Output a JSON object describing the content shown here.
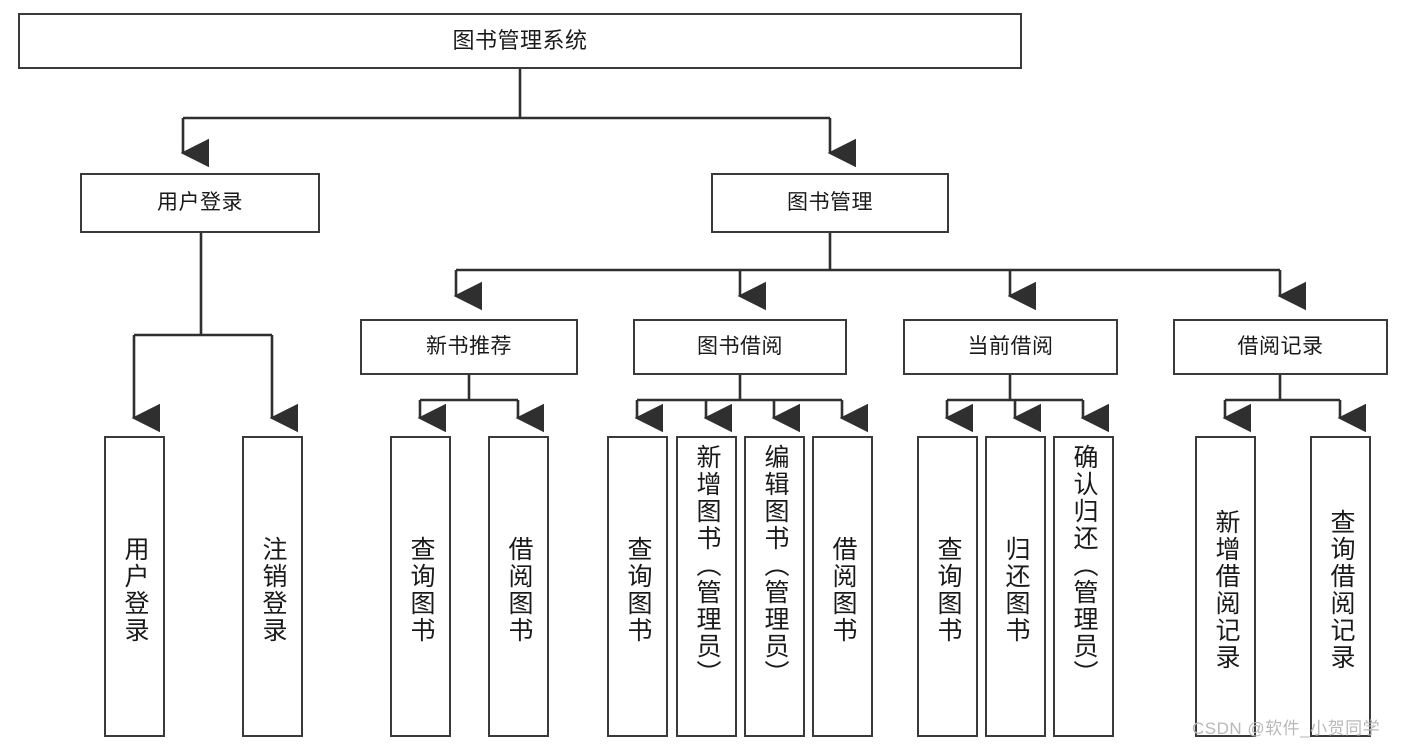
{
  "diagram": {
    "title": "图书管理系统",
    "type": "tree-hierarchy",
    "colors": {
      "box_border": "#3a3a3a",
      "box_fill": "#ffffff",
      "connector": "#2f2f2f",
      "text": "#1a1a1a",
      "watermark": "#b9b9b9",
      "background": "#ffffff"
    }
  },
  "nodes": {
    "root": {
      "label": "图书管理系统"
    },
    "level2": [
      {
        "label": "用户登录"
      },
      {
        "label": "图书管理"
      }
    ],
    "level3": [
      {
        "label": "新书推荐"
      },
      {
        "label": "图书借阅"
      },
      {
        "label": "当前借阅"
      },
      {
        "label": "借阅记录"
      }
    ],
    "leaves": {
      "user_login": [
        {
          "label": "用户登录"
        },
        {
          "label": "注销登录"
        }
      ],
      "new_book_recommend": [
        {
          "label": "查询图书"
        },
        {
          "label": "借阅图书"
        }
      ],
      "book_borrow": [
        {
          "label": "查询图书"
        },
        {
          "label": "新增图书（管理员）"
        },
        {
          "label": "编辑图书（管理员）"
        },
        {
          "label": "借阅图书"
        }
      ],
      "current_borrow": [
        {
          "label": "查询图书"
        },
        {
          "label": "归还图书"
        },
        {
          "label": "确认归还（管理员）"
        }
      ],
      "borrow_record": [
        {
          "label": "新增借阅记录"
        },
        {
          "label": "查询借阅记录"
        }
      ]
    }
  },
  "watermark": {
    "text": "CSDN @软件_小贺同学"
  }
}
